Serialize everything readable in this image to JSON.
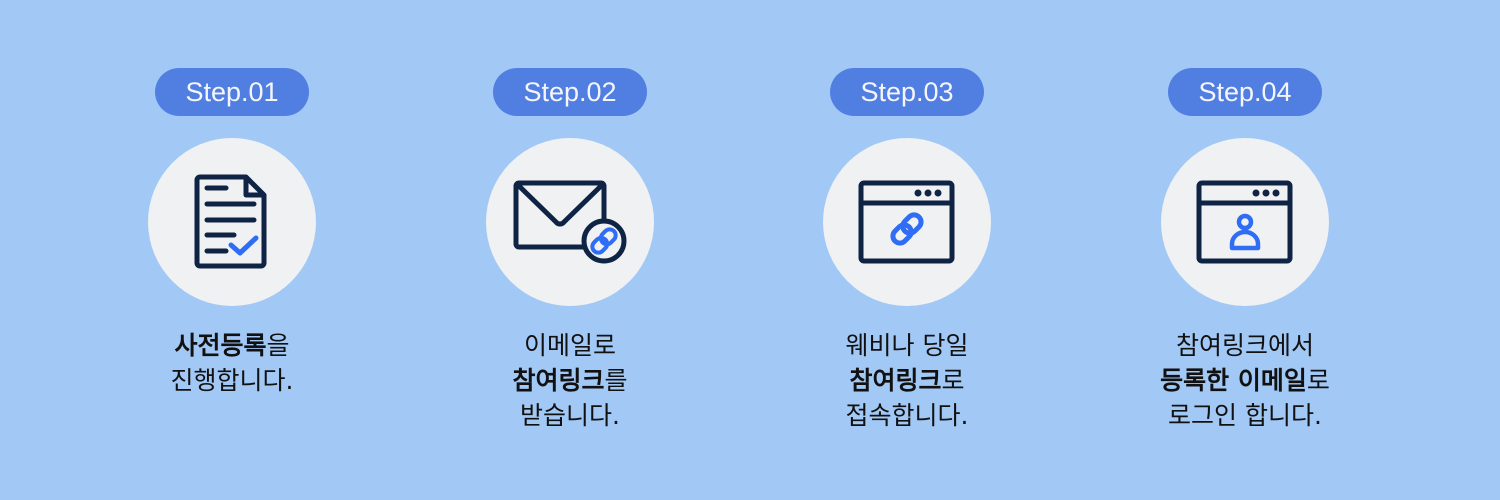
{
  "colors": {
    "background": "#a2c8f5",
    "pill": "#517fe1",
    "circle": "#f0f1f3",
    "icon_dark": "#0f2344",
    "icon_accent": "#2f6df5"
  },
  "steps": [
    {
      "label": "Step.01",
      "icon": "document-check-icon",
      "line1_bold": "사전등록",
      "line1_rest": "을",
      "line2": "진행합니다."
    },
    {
      "label": "Step.02",
      "icon": "mail-link-icon",
      "line1": "이메일로",
      "line2_bold": "참여링크",
      "line2_rest": "를",
      "line3": "받습니다."
    },
    {
      "label": "Step.03",
      "icon": "browser-link-icon",
      "line1": "웨비나 당일",
      "line2_bold": "참여링크",
      "line2_rest": "로",
      "line3": "접속합니다."
    },
    {
      "label": "Step.04",
      "icon": "browser-user-icon",
      "line1": "참여링크에서",
      "line2_bold": "등록한 이메일",
      "line2_rest": "로",
      "line3": "로그인 합니다."
    }
  ]
}
